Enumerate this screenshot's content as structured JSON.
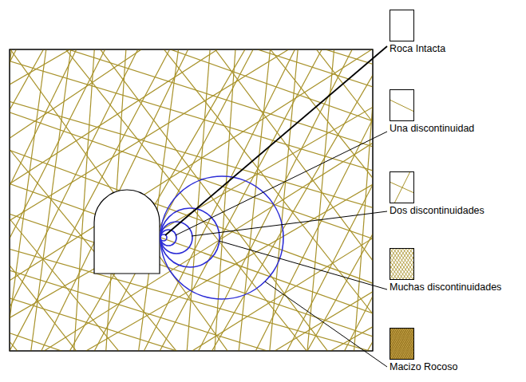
{
  "diagram": {
    "nodes": [
      {
        "text": [
          "Roca Intacta"
        ]
      },
      {
        "text": [
          "Una discontinuidad"
        ]
      },
      {
        "text": [
          "Dos discontinuidades"
        ]
      },
      {
        "text": [
          "Muchas discontinuidades"
        ]
      },
      {
        "text": [
          "Macizo Rocoso"
        ]
      }
    ]
  }
}
